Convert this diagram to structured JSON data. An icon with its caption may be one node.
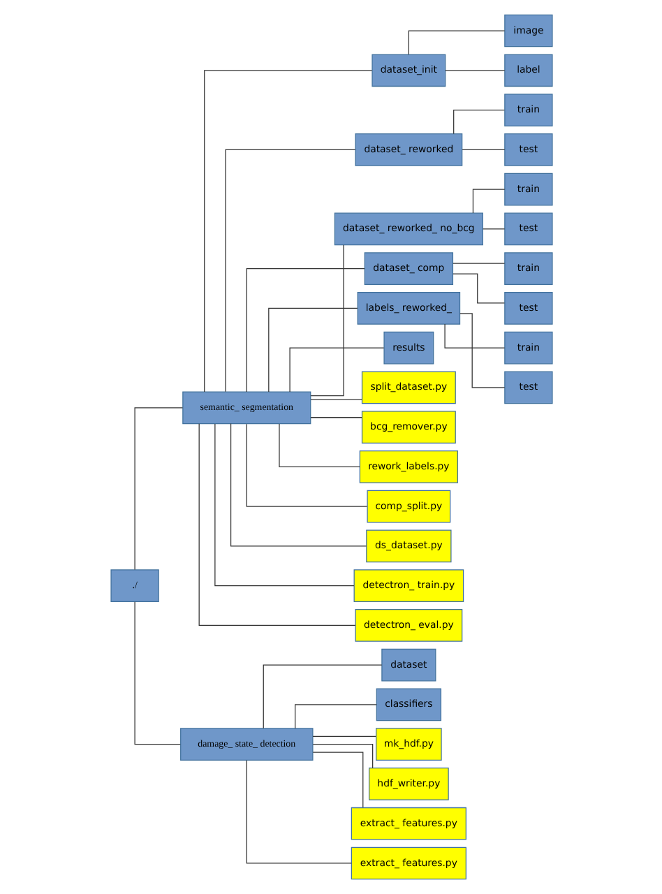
{
  "diagram": {
    "nodes": [
      {
        "text": [
          "./"
        ]
      },
      {
        "text": [
          "semantic_ segmentation"
        ]
      },
      {
        "text": [
          "damage_ state_ detection"
        ]
      },
      {
        "text": [
          "dataset_init"
        ]
      },
      {
        "text": [
          "image"
        ]
      },
      {
        "text": [
          "label"
        ]
      },
      {
        "text": [
          "dataset_ reworked"
        ]
      },
      {
        "text": [
          "train"
        ]
      },
      {
        "text": [
          "test"
        ]
      },
      {
        "text": [
          "dataset_ reworked_ no_bcg"
        ]
      },
      {
        "text": [
          "train"
        ]
      },
      {
        "text": [
          "test"
        ]
      },
      {
        "text": [
          "dataset_ comp"
        ]
      },
      {
        "text": [
          "train"
        ]
      },
      {
        "text": [
          "test"
        ]
      },
      {
        "text": [
          "labels_ reworked_"
        ]
      },
      {
        "text": [
          "train"
        ]
      },
      {
        "text": [
          "test"
        ]
      },
      {
        "text": [
          "results"
        ]
      },
      {
        "text": [
          "split_dataset.py"
        ]
      },
      {
        "text": [
          "bcg_remover.py"
        ]
      },
      {
        "text": [
          "rework_labels.py"
        ]
      },
      {
        "text": [
          "comp_split.py"
        ]
      },
      {
        "text": [
          "ds_dataset.py"
        ]
      },
      {
        "text": [
          "detectron_ train.py"
        ]
      },
      {
        "text": [
          "detectron_ eval.py"
        ]
      },
      {
        "text": [
          "dataset"
        ]
      },
      {
        "text": [
          "classifiers"
        ]
      },
      {
        "text": [
          "mk_hdf.py"
        ]
      },
      {
        "text": [
          "hdf_writer.py"
        ]
      },
      {
        "text": [
          "extract_ features.py"
        ]
      },
      {
        "text": [
          "extract_ features.py"
        ]
      }
    ],
    "edges": [
      {
        "from": 0,
        "to": 1,
        "arrow": "none"
      },
      {
        "from": 0,
        "to": 2,
        "arrow": "none"
      },
      {
        "from": 1,
        "to": 3,
        "arrow": "none"
      },
      {
        "from": 3,
        "to": 4,
        "arrow": "none"
      },
      {
        "from": 3,
        "to": 5,
        "arrow": "none"
      },
      {
        "from": 1,
        "to": 6,
        "arrow": "none"
      },
      {
        "from": 6,
        "to": 7,
        "arrow": "none"
      },
      {
        "from": 6,
        "to": 8,
        "arrow": "none"
      },
      {
        "from": 1,
        "to": 9,
        "arrow": "none"
      },
      {
        "from": 9,
        "to": 10,
        "arrow": "none"
      },
      {
        "from": 9,
        "to": 11,
        "arrow": "none"
      },
      {
        "from": 1,
        "to": 12,
        "arrow": "none"
      },
      {
        "from": 12,
        "to": 13,
        "arrow": "none"
      },
      {
        "from": 12,
        "to": 14,
        "arrow": "none"
      },
      {
        "from": 1,
        "to": 15,
        "arrow": "none"
      },
      {
        "from": 15,
        "to": 16,
        "arrow": "none"
      },
      {
        "from": 15,
        "to": 17,
        "arrow": "none"
      },
      {
        "from": 1,
        "to": 18,
        "arrow": "none"
      },
      {
        "from": 1,
        "to": 19,
        "arrow": "none"
      },
      {
        "from": 1,
        "to": 20,
        "arrow": "none"
      },
      {
        "from": 1,
        "to": 21,
        "arrow": "none"
      },
      {
        "from": 1,
        "to": 22,
        "arrow": "none"
      },
      {
        "from": 1,
        "to": 23,
        "arrow": "none"
      },
      {
        "from": 1,
        "to": 24,
        "arrow": "none"
      },
      {
        "from": 1,
        "to": 25,
        "arrow": "none"
      },
      {
        "from": 2,
        "to": 26,
        "arrow": "none"
      },
      {
        "from": 2,
        "to": 27,
        "arrow": "none"
      },
      {
        "from": 2,
        "to": 28,
        "arrow": "none"
      },
      {
        "from": 2,
        "to": 29,
        "arrow": "none"
      },
      {
        "from": 2,
        "to": 30,
        "arrow": "none"
      },
      {
        "from": 2,
        "to": 31,
        "arrow": "none"
      }
    ]
  }
}
